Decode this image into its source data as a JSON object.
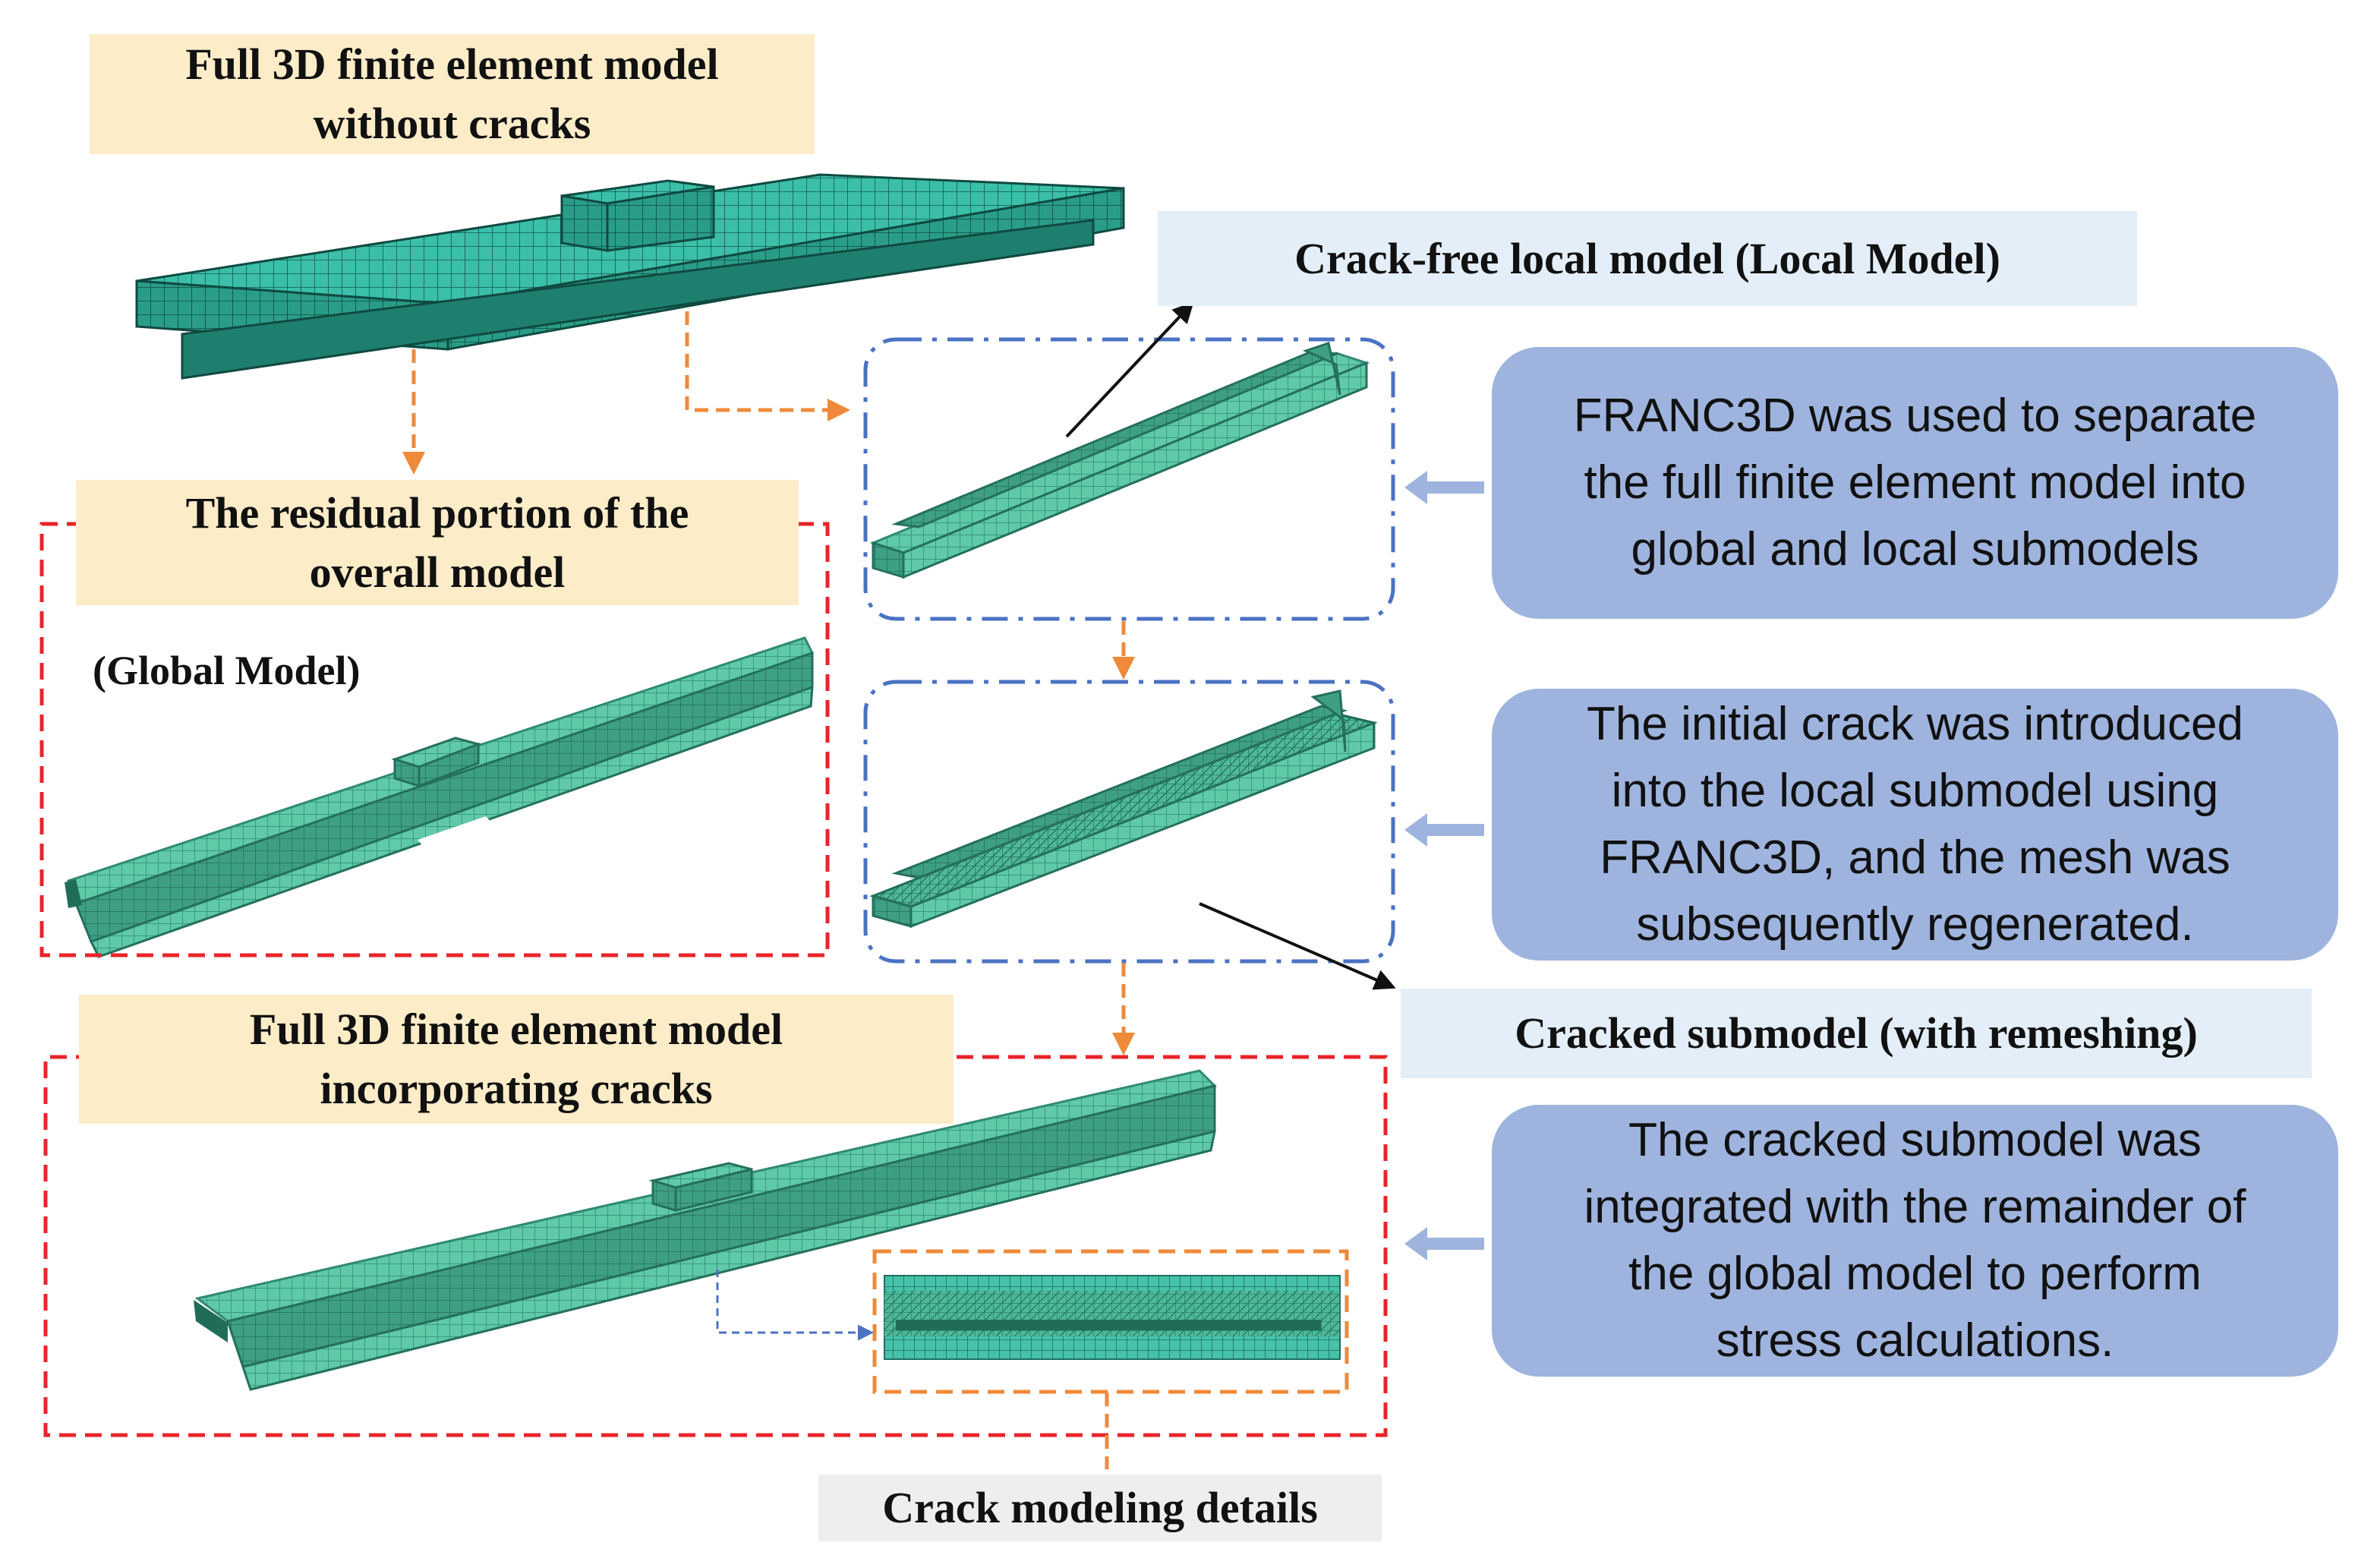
{
  "labels": {
    "full_no_cracks": "Full 3D finite element model\nwithout cracks",
    "local_model": "Crack-free local model (Local Model)",
    "residual": "The residual portion of the\noverall model",
    "global_model": "(Global Model)",
    "cracked_submodel": "Cracked submodel (with remeshing)",
    "full_with_cracks": "Full 3D finite element model\nincorporating cracks",
    "crack_details": "Crack modeling details"
  },
  "notes": {
    "separate": "FRANC3D was used to separate\nthe full finite element model into\nglobal and local submodels",
    "initial_crack": "The initial crack was introduced\ninto the local submodel using\nFRANC3D, and the mesh was\nsubsequently regenerated.",
    "integrated": "The cracked submodel was\nintegrated with the remainder of\nthe global model to perform\nstress calculations."
  },
  "colors": {
    "mesh_fill": "#3fbfa6",
    "mesh_light": "#5cc9ad",
    "mesh_dark": "#1f7f6f",
    "mesh_line": "#14574c",
    "orange_arrow": "#ef8a3a",
    "red_dash": "#e8252b",
    "blue_dashdot": "#4a72c4",
    "note_bg": "#9eb4de",
    "label_yellow": "#fdecc8",
    "label_blue": "#e3eef8",
    "label_gray": "#eeeeee",
    "side_arrow": "#9eb4de"
  }
}
